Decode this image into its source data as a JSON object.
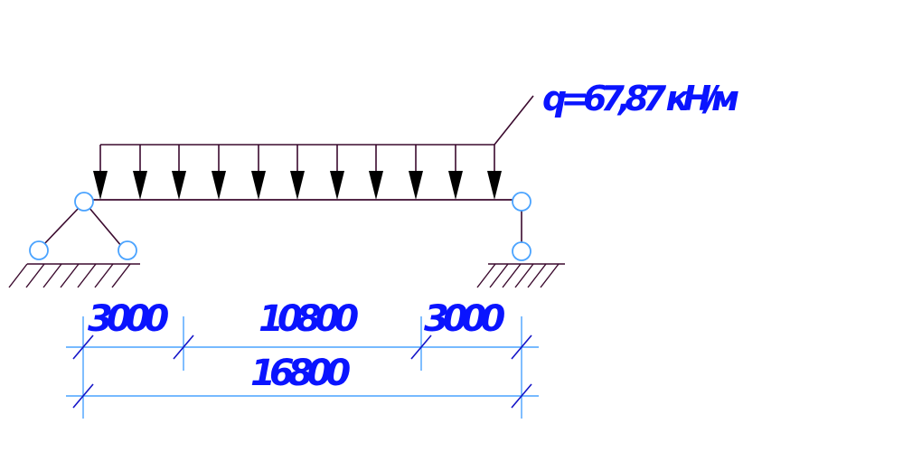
{
  "load_label": "q=67,87 кН/м",
  "dimensions": {
    "left_span": "3000",
    "middle_span": "10800",
    "right_span": "3000",
    "total_span": "16800"
  },
  "colors": {
    "beam": "#3b0a2e",
    "arrow_fill": "#000000",
    "dimension_line": "#4aa3ff",
    "dimension_tick": "#1414c8",
    "text": "#0a14ff",
    "hinge": "#4aa3ff"
  },
  "elements": {
    "beam": "simply-supported beam",
    "left_support": "pinned support",
    "right_support": "roller support",
    "load": "uniformly distributed load"
  }
}
